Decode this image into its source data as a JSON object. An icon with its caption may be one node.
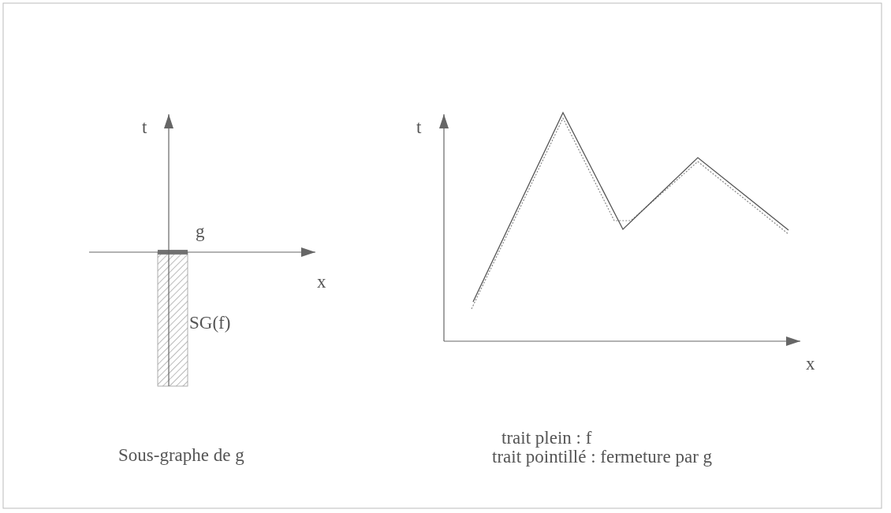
{
  "diagram": {
    "labels": [
      "t",
      "g",
      "x",
      "SG(f)",
      "Sous-graphe de g",
      "t",
      "x",
      "trait plein : f",
      "trait pointillé : fermeture par g"
    ]
  }
}
